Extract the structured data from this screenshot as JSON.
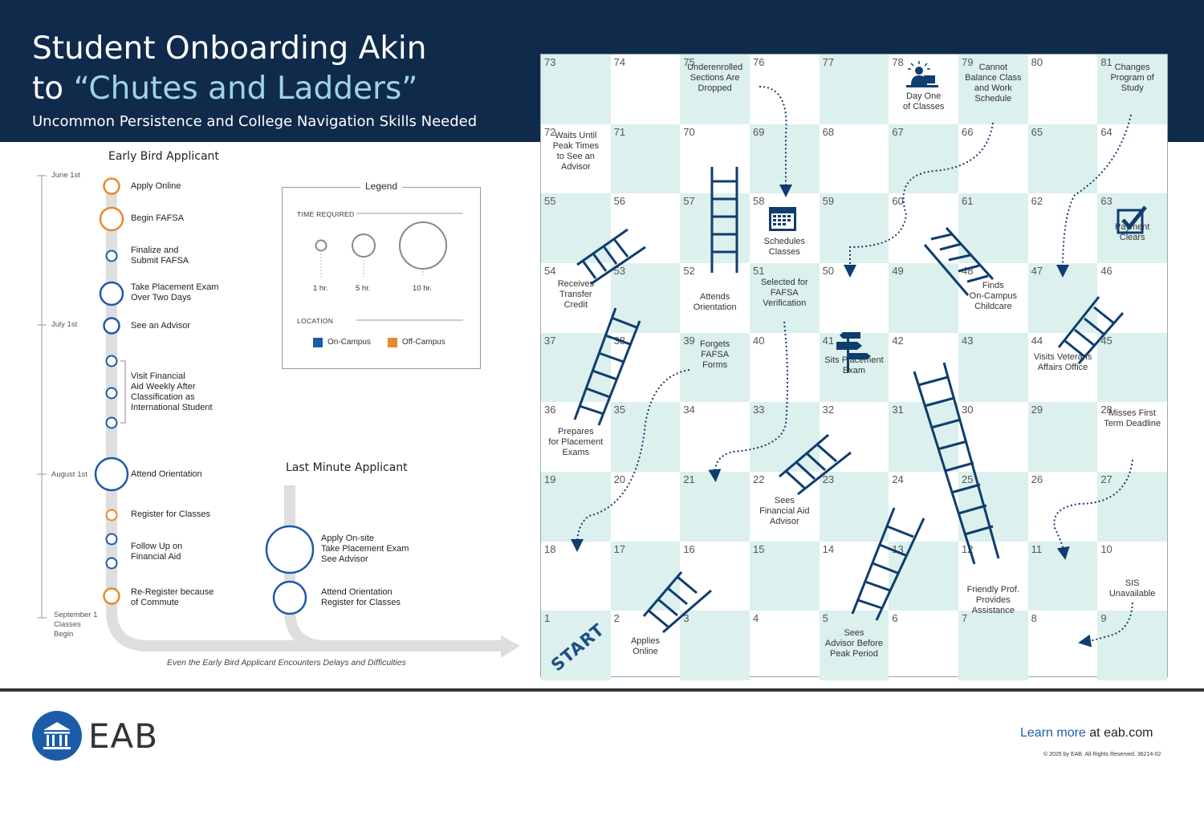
{
  "header": {
    "title_line1": "Student Onboarding Akin",
    "title_line2_pre": "to ",
    "title_line2_hl": "“Chutes and Ladders”",
    "subtitle": "Uncommon Persistence and College Navigation Skills Needed"
  },
  "early_bird": {
    "title": "Early Bird Applicant",
    "dates": [
      "June 1st",
      "July 1st",
      "August 1st",
      "September 1\nClasses\nBegin"
    ],
    "steps": [
      {
        "label": "Apply Online",
        "location": "Off-Campus",
        "hours": 1
      },
      {
        "label": "Begin FAFSA",
        "location": "Off-Campus",
        "hours": 5
      },
      {
        "label": "Finalize and\nSubmit FAFSA",
        "location": "On-Campus",
        "hours": 1
      },
      {
        "label": "Take Placement Exam\nOver Two Days",
        "location": "On-Campus",
        "hours": 5
      },
      {
        "label": "See an Advisor",
        "location": "On-Campus",
        "hours": 1
      },
      {
        "label": "Visit Financial\nAid Weekly After\nClassification as\nInternational Student",
        "location": "On-Campus",
        "hours": 1
      },
      {
        "label": "Attend Orientation",
        "location": "On-Campus",
        "hours": 10
      },
      {
        "label": "Register for Classes",
        "location": "Off-Campus",
        "hours": 1
      },
      {
        "label": "Follow Up on\nFinancial Aid",
        "location": "On-Campus",
        "hours": 1
      },
      {
        "label": "Re-Register because\nof Commute",
        "location": "Off-Campus",
        "hours": 1
      }
    ]
  },
  "last_minute": {
    "title": "Last Minute Applicant",
    "steps": [
      {
        "label": "Apply On-site\nTake Placement Exam\nSee Advisor",
        "location": "On-Campus",
        "hours": 10
      },
      {
        "label": "Attend Orientation\nRegister for Classes",
        "location": "On-Campus",
        "hours": 5
      }
    ]
  },
  "legend": {
    "title": "Legend",
    "time_heading": "TIME REQUIRED",
    "time_labels": [
      "1 hr.",
      "5 hr.",
      "10 hr."
    ],
    "location_heading": "LOCATION",
    "on_campus": "On-Campus",
    "off_campus": "Off-Campus",
    "colors": {
      "on_campus": "#1c5ba8",
      "off_campus": "#e8892b"
    }
  },
  "caption": "Even the Early Bird Applicant Encounters Delays and Difficulties",
  "board": {
    "start_label": "START",
    "squares": [
      {
        "n": 1,
        "text": ""
      },
      {
        "n": 2,
        "text": "Applies\nOnline"
      },
      {
        "n": 3,
        "text": ""
      },
      {
        "n": 4,
        "text": ""
      },
      {
        "n": 5,
        "text": "Sees\nAdvisor Before\nPeak Period"
      },
      {
        "n": 6,
        "text": ""
      },
      {
        "n": 7,
        "text": ""
      },
      {
        "n": 8,
        "text": ""
      },
      {
        "n": 9,
        "text": ""
      },
      {
        "n": 10,
        "text": "SIS\nUnavailable"
      },
      {
        "n": 11,
        "text": ""
      },
      {
        "n": 12,
        "text": "Friendly Prof.\nProvides\nAssistance"
      },
      {
        "n": 13,
        "text": ""
      },
      {
        "n": 14,
        "text": ""
      },
      {
        "n": 15,
        "text": ""
      },
      {
        "n": 16,
        "text": ""
      },
      {
        "n": 17,
        "text": ""
      },
      {
        "n": 18,
        "text": ""
      },
      {
        "n": 19,
        "text": ""
      },
      {
        "n": 20,
        "text": ""
      },
      {
        "n": 21,
        "text": ""
      },
      {
        "n": 22,
        "text": "Sees\nFinancial Aid\nAdvisor"
      },
      {
        "n": 23,
        "text": ""
      },
      {
        "n": 24,
        "text": ""
      },
      {
        "n": 25,
        "text": ""
      },
      {
        "n": 26,
        "text": ""
      },
      {
        "n": 27,
        "text": ""
      },
      {
        "n": 28,
        "text": "Misses First\nTerm Deadline"
      },
      {
        "n": 29,
        "text": ""
      },
      {
        "n": 30,
        "text": ""
      },
      {
        "n": 31,
        "text": ""
      },
      {
        "n": 32,
        "text": ""
      },
      {
        "n": 33,
        "text": ""
      },
      {
        "n": 34,
        "text": ""
      },
      {
        "n": 35,
        "text": ""
      },
      {
        "n": 36,
        "text": "Prepares\nfor Placement\nExams"
      },
      {
        "n": 37,
        "text": ""
      },
      {
        "n": 38,
        "text": ""
      },
      {
        "n": 39,
        "text": "Forgets\nFAFSA\nForms"
      },
      {
        "n": 40,
        "text": ""
      },
      {
        "n": 41,
        "text": "Sits Placement\nExam"
      },
      {
        "n": 42,
        "text": ""
      },
      {
        "n": 43,
        "text": ""
      },
      {
        "n": 44,
        "text": "Visits Veterans\nAffairs Office"
      },
      {
        "n": 45,
        "text": ""
      },
      {
        "n": 46,
        "text": ""
      },
      {
        "n": 47,
        "text": ""
      },
      {
        "n": 48,
        "text": "Finds\nOn-Campus\nChildcare"
      },
      {
        "n": 49,
        "text": ""
      },
      {
        "n": 50,
        "text": ""
      },
      {
        "n": 51,
        "text": "Selected for\nFAFSA\nVerification"
      },
      {
        "n": 52,
        "text": "Attends\nOrientation"
      },
      {
        "n": 53,
        "text": ""
      },
      {
        "n": 54,
        "text": "Receives\nTransfer\nCredit"
      },
      {
        "n": 55,
        "text": ""
      },
      {
        "n": 56,
        "text": ""
      },
      {
        "n": 57,
        "text": ""
      },
      {
        "n": 58,
        "text": "Schedules\nClasses"
      },
      {
        "n": 59,
        "text": ""
      },
      {
        "n": 60,
        "text": ""
      },
      {
        "n": 61,
        "text": ""
      },
      {
        "n": 62,
        "text": ""
      },
      {
        "n": 63,
        "text": "Payment\nClears"
      },
      {
        "n": 64,
        "text": ""
      },
      {
        "n": 65,
        "text": ""
      },
      {
        "n": 66,
        "text": ""
      },
      {
        "n": 67,
        "text": ""
      },
      {
        "n": 68,
        "text": ""
      },
      {
        "n": 69,
        "text": ""
      },
      {
        "n": 70,
        "text": ""
      },
      {
        "n": 71,
        "text": ""
      },
      {
        "n": 72,
        "text": "Waits Until\nPeak Times\nto See an\nAdvisor"
      },
      {
        "n": 73,
        "text": ""
      },
      {
        "n": 74,
        "text": ""
      },
      {
        "n": 75,
        "text": "Underenrolled\nSections Are\nDropped"
      },
      {
        "n": 76,
        "text": ""
      },
      {
        "n": 77,
        "text": ""
      },
      {
        "n": 78,
        "text": "Day One\nof Classes"
      },
      {
        "n": 79,
        "text": "Cannot\nBalance Class\nand Work\nSchedule"
      },
      {
        "n": 80,
        "text": ""
      },
      {
        "n": 81,
        "text": "Changes\nProgram of\nStudy"
      }
    ]
  },
  "footer": {
    "logo_text": "EAB",
    "learn_more": "Learn more",
    "learn_rest": " at eab.com",
    "copyright": "© 2025 by EAB. All Rights Reserved. 36214-02"
  }
}
